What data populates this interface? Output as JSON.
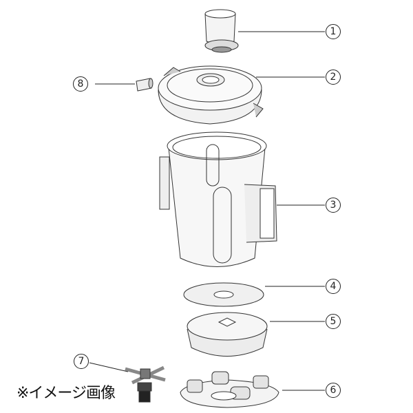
{
  "callouts": [
    {
      "id": "1",
      "label": "1"
    },
    {
      "id": "2",
      "label": "2"
    },
    {
      "id": "3",
      "label": "3"
    },
    {
      "id": "4",
      "label": "4"
    },
    {
      "id": "5",
      "label": "5"
    },
    {
      "id": "6",
      "label": "6"
    },
    {
      "id": "7",
      "label": "7"
    },
    {
      "id": "8",
      "label": "8"
    }
  ],
  "note": "※イメージ画像",
  "line_color": "#222222"
}
